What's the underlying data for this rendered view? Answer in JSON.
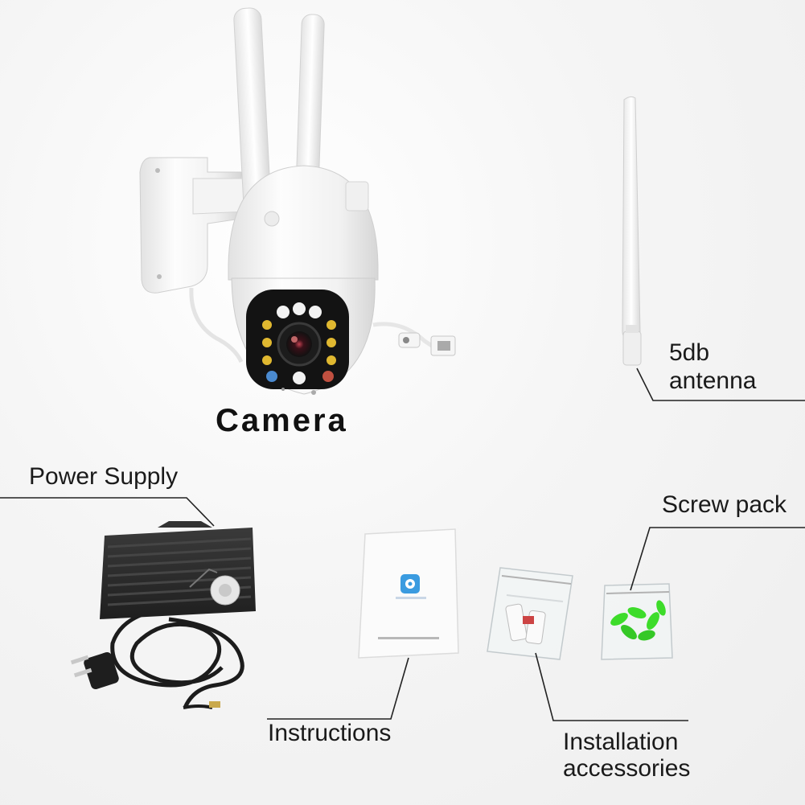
{
  "labels": {
    "camera": "Camera",
    "power_supply": "Power Supply",
    "screw_pack": "Screw pack",
    "antenna_line1": "5db",
    "antenna_line2": "antenna",
    "instructions": "Instructions",
    "installation_line1": "Installation",
    "installation_line2": "accessories"
  },
  "icons": {
    "camera": "ptz-dome-camera-icon",
    "antenna": "wifi-antenna-icon",
    "power_supply": "power-adapter-icon",
    "instructions": "manual-booklet-icon",
    "installation": "installation-accessories-bag-icon",
    "screw_pack": "screw-pack-bag-icon"
  },
  "colors": {
    "background": "#f3f3f3",
    "label_text": "#1a1a1a",
    "leader_line": "#222222",
    "device_white": "#f7f7f7",
    "adapter_black": "#2a2a2a",
    "anchor_green": "#3ddc2a",
    "app_icon_blue": "#3a9be0"
  }
}
